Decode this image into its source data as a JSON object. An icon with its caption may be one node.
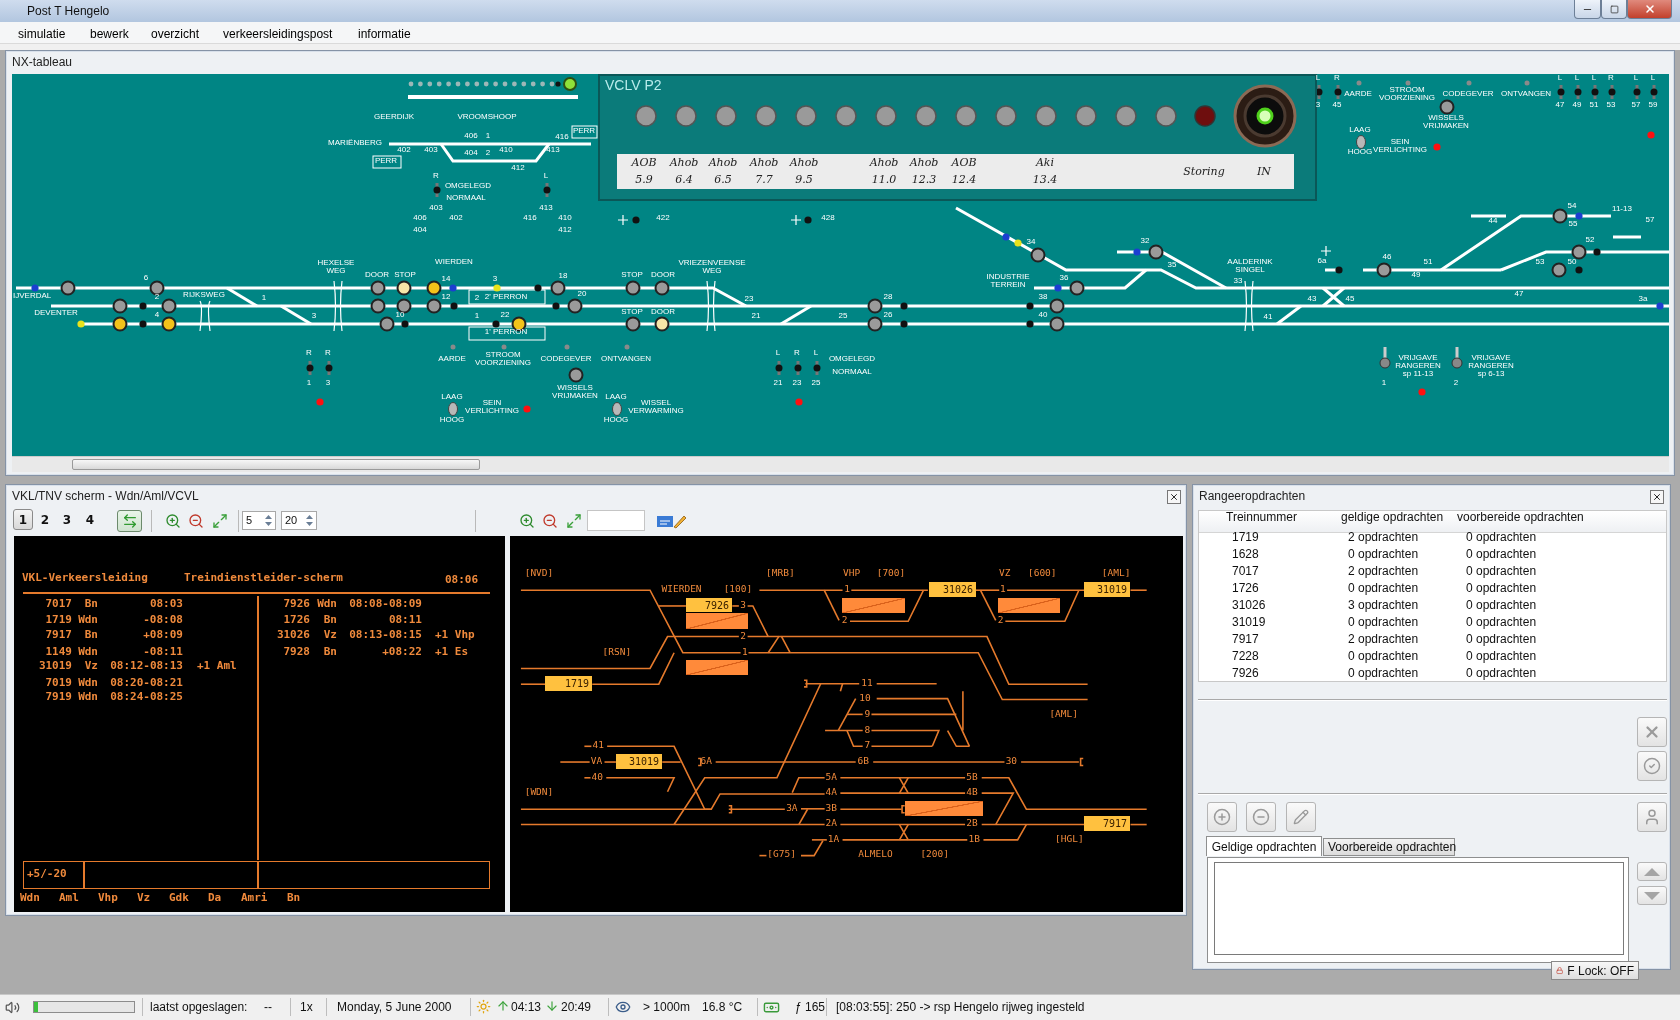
{
  "diagram": {
    "title": "Post T Hengelo",
    "nodes": [
      {
        "text": [
          "NX-tableau"
        ]
      },
      {
        "text": [
          "VCLV P2"
        ],
        "in": 0
      },
      {
        "text": [
          "VKL/TNV scherm - Wdn/Aml/VCVL"
        ]
      },
      {
        "text": [
          "31026"
        ],
        "in": 2
      },
      {
        "text": [
          "31019"
        ],
        "in": 2
      },
      {
        "text": [
          "7926"
        ],
        "in": 2
      },
      {
        "text": [],
        "shape": "box",
        "in": 2
      },
      {
        "text": [],
        "shape": "box",
        "in": 2
      },
      {
        "text": [],
        "shape": "box",
        "in": 2
      },
      {
        "text": [],
        "shape": "box",
        "in": 2
      },
      {
        "text": [
          "1719"
        ],
        "in": 2
      },
      {
        "text": [
          "31019"
        ],
        "in": 2
      },
      {
        "text": [],
        "shape": "box",
        "in": 2
      },
      {
        "text": [
          "7917"
        ],
        "in": 2
      },
      {
        "text": [
          "Rangeeropdrachten"
        ]
      }
    ],
    "labels": [
      "simulatie",
      "bewerk",
      "overzicht",
      "verkeersleidingspost",
      "informatie",
      "L",
      "R",
      "L",
      "L",
      "L",
      "R",
      "L",
      "L",
      "AARDE",
      "STROOM VOORZIENING",
      "CODEGEVER",
      "ONTVANGEN",
      "3",
      "45",
      "47",
      "49",
      "51",
      "53",
      "57",
      "59",
      "GEERDIJK",
      "VROOMSHOOP",
      "WISSELS VRIJMAKEN",
      "406",
      "1",
      "416",
      "PERR",
      "LAAG",
      "MARIËNBERG",
      "402",
      "403",
      "404",
      "2",
      "410",
      "413",
      "HOOG",
      "SEIN VERLICHTING",
      "PERR",
      "412",
      "R",
      "L",
      "OMGELEGD",
      "NORMAAL",
      "403",
      "413",
      "54",
      "11-13",
      "406",
      "402",
      "416",
      "410",
      "422",
      "428",
      "44",
      "55",
      "57",
      "404",
      "412",
      "34",
      "32",
      "52",
      "HEXELSE WEG",
      "WIERDEN",
      "VRIEZENVEENSE WEG",
      "35",
      "AALDERINK SINGEL",
      "6a",
      "46",
      "49",
      "51",
      "53",
      "50",
      "6",
      "DOOR",
      "STOP",
      "14",
      "3",
      "18",
      "STOP",
      "DOOR",
      "INDUSTRIE TERREIN",
      "36",
      "33",
      "IJVERDAL",
      "2",
      "RIJKSWEG",
      "1",
      "12",
      "2",
      "2' PERRON",
      "20",
      "23",
      "28",
      "38",
      "43",
      "45",
      "47",
      "3a",
      "DEVENTER",
      "4",
      "3",
      "10",
      "1",
      "22",
      "STOP",
      "DOOR",
      "21",
      "25",
      "26",
      "40",
      "41",
      "1' PERRON",
      "R",
      "R",
      "AARDE",
      "STROOM VOORZIENING",
      "CODEGEVER",
      "ONTVANGEN",
      "L",
      "R",
      "L",
      "OMGELEGD",
      "NORMAAL",
      "VRIJGAVE RANGEREN sp 11-13",
      "VRIJGAVE RANGEREN sp 6-13",
      "1",
      "3",
      "WISSELS VRIJMAKEN",
      "21",
      "23",
      "25",
      "1",
      "2",
      "LAAG",
      "SEIN VERLICHTING",
      "LAAG",
      "WISSEL VERWARMING",
      "HOOG",
      "HOOG",
      "AOB",
      "5.9",
      "Ahob",
      "6.4",
      "Ahob",
      "6.5",
      "Ahob",
      "7.7",
      "Ahob",
      "9.5",
      "Ahob",
      "11.0",
      "Ahob",
      "12.3",
      "AOB",
      "12.4",
      "Aki",
      "13.4",
      "Storing",
      "IN",
      "1",
      "2",
      "3",
      "4",
      "5",
      "20",
      "VKL-Verkeersleiding",
      "Treindienstleider-scherm",
      "08:06",
      "7017",
      "Bn",
      "08:03",
      "1719",
      "Wdn",
      "-08:08",
      "7917",
      "Bn",
      "+08:09",
      "1149",
      "Wdn",
      "-08:11",
      "31019",
      "Vz",
      "08:12-08:13",
      "+1 Aml",
      "7019",
      "Wdn",
      "08:20-08:21",
      "7919",
      "Wdn",
      "08:24-08:25",
      "7926",
      "Wdn",
      "08:08-08:09",
      "1726",
      "Bn",
      "08:11",
      "31026",
      "Vz",
      "08:13-08:15",
      "+1 Vhp",
      "7928",
      "Bn",
      "+08:22",
      "+1 Es",
      "+5/-20",
      "Wdn",
      "Aml",
      "Vhp",
      "Vz",
      "Gdk",
      "Da",
      "Amri",
      "Bn",
      "[NVD]",
      "[MRB]",
      "VHP",
      "[700]",
      "VZ",
      "[600]",
      "[AML]",
      "WIERDEN",
      "[100]",
      "1",
      "1",
      "3",
      "2",
      "2",
      "2",
      "[RSN]",
      "1",
      "11",
      "10",
      "9",
      "[AML]",
      "8",
      "41",
      "7",
      "VA",
      "6A",
      "6B",
      "30",
      "40",
      "5A",
      "5B",
      "[WDN]",
      "4A",
      "4B",
      "3A",
      "3B",
      "2A",
      "2B",
      "1A",
      "1B",
      "[HGL]",
      "[G75]",
      "ALMELO",
      "[200]",
      "Treinnummer",
      "geldige opdrachten",
      "voorbereide opdrachten",
      "1719",
      "2 opdrachten",
      "0 opdrachten",
      "1628",
      "0 opdrachten",
      "0 opdrachten",
      "7017",
      "2 opdrachten",
      "0 opdrachten",
      "1726",
      "0 opdrachten",
      "0 opdrachten",
      "31026",
      "3 opdrachten",
      "0 opdrachten",
      "31019",
      "0 opdrachten",
      "0 opdrachten",
      "7917",
      "2 opdrachten",
      "0 opdrachten",
      "7228",
      "0 opdrachten",
      "0 opdrachten",
      "7926",
      "0 opdrachten",
      "0 opdrachten",
      "Geldige opdrachten",
      "Voorbereide opdrachten",
      "F Lock: OFF",
      "laatst opgeslagen:",
      "--",
      "1x",
      "Monday, 5 June 2000",
      "04:13",
      "20:49",
      "> 1000m",
      "16.8 °C",
      "ƒ 165",
      "[08:03:55]: 250 -> rsp Hengelo rijweg ingesteld"
    ]
  }
}
